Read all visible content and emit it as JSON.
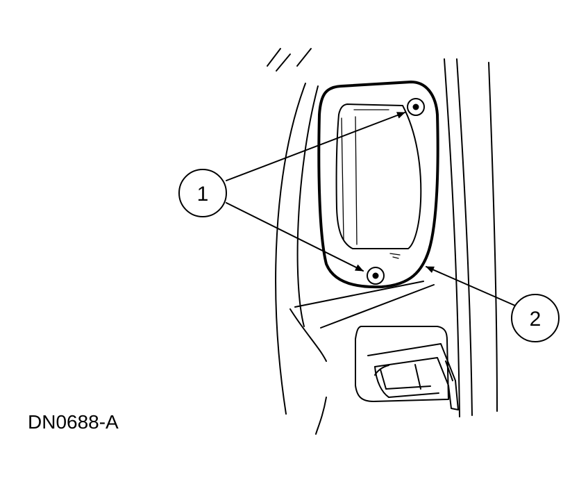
{
  "figure": {
    "code": "DN0688-A",
    "callouts": [
      {
        "number": "1",
        "target": "mounting-screws"
      },
      {
        "number": "2",
        "target": "lamp-assembly"
      }
    ]
  }
}
